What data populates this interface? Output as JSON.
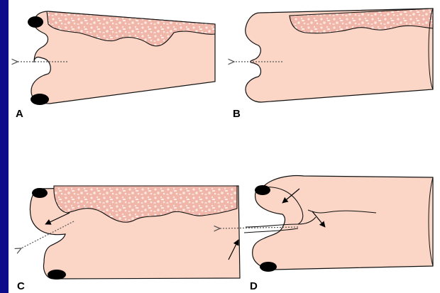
{
  "panels": [
    {
      "id": "A",
      "label": "A"
    },
    {
      "id": "B",
      "label": "B"
    },
    {
      "id": "C",
      "label": "C"
    },
    {
      "id": "D",
      "label": "D"
    }
  ],
  "colors": {
    "background": "#0c0c8a",
    "panel": "#ffffff",
    "tissue": "#fbd6c6",
    "mucosa_base": "#f1b6aa",
    "mucosa_speckle": "#fce8e0",
    "outline": "#111111",
    "node": "#000000",
    "dotted_arrow": "#555555"
  }
}
